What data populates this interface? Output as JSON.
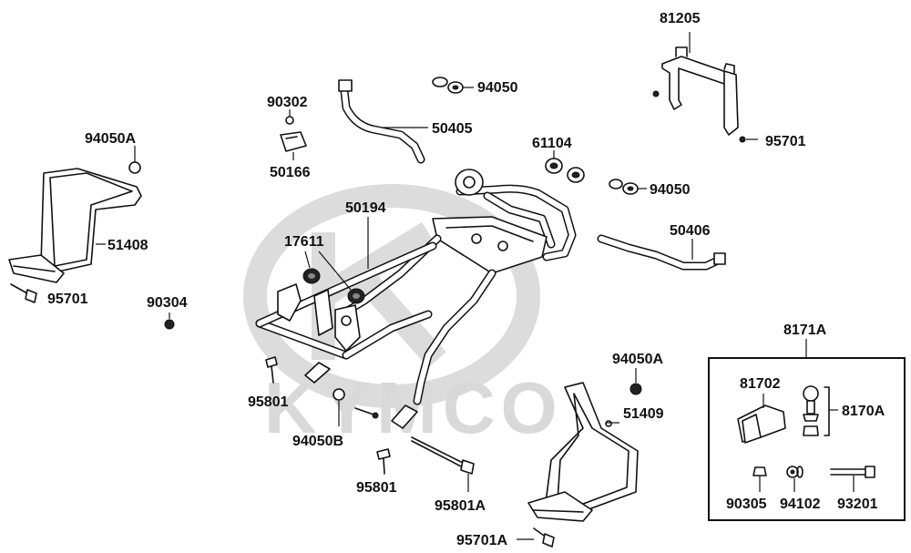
{
  "watermark": {
    "text": "KYMCO",
    "color": "#d9d9d9"
  },
  "parts": {
    "p81205": "81205",
    "p94050_top": "94050",
    "p90302": "90302",
    "p50405": "50405",
    "p50166": "50166",
    "p94050A_left": "94050A",
    "p61104": "61104",
    "p95701_right": "95701",
    "p94050_mid": "94050",
    "p50194": "50194",
    "p17611": "17611",
    "p51408": "51408",
    "p50406": "50406",
    "p95701_left": "95701",
    "p90304": "90304",
    "p8171A": "8171A",
    "p94050A_right": "94050A",
    "p81702": "81702",
    "p8170A": "8170A",
    "p95801_left": "95801",
    "p51409": "51409",
    "p94050B": "94050B",
    "p95801_mid": "95801",
    "p95801A": "95801A",
    "p90305": "90305",
    "p94102": "94102",
    "p93201": "93201",
    "p95701A": "95701A"
  }
}
